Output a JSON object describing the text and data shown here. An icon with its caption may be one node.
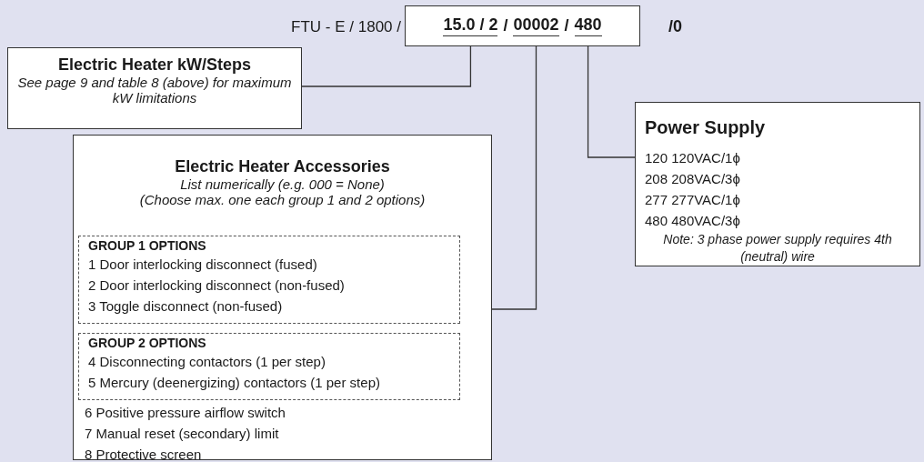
{
  "diagram": {
    "nodes": [
      {
        "text": [],
        "shape": "box"
      },
      {
        "text": [
          "15.0 / 2"
        ],
        "in": 0
      },
      {
        "text": [
          "00002"
        ],
        "in": 0
      },
      {
        "text": [
          "480"
        ],
        "in": 0
      },
      {
        "text": [
          "Electric Heater kW/Steps",
          "See page 9 and table 8 (above) for maximum kW limitations"
        ]
      },
      {
        "text": [
          "Electric Heater Accessories",
          "List numerically (e.g. 000 = None)",
          "(Choose max. one each group 1 and 2 options)",
          "6 Positive pressure airflow switch",
          "7 Manual reset (secondary) limit",
          "8 Protective screen"
        ]
      },
      {
        "text": [
          "GROUP 1 OPTIONS",
          "1 Door interlocking disconnect (fused)",
          "2 Door interlocking disconnect (non-fused)",
          "3 Toggle disconnect (non-fused)"
        ],
        "in": 5
      },
      {
        "text": [
          "GROUP 2 OPTIONS",
          "4 Disconnecting contactors (1 per step)",
          "5 Mercury (deenergizing) contactors (1 per step)"
        ],
        "in": 5
      },
      {
        "text": [
          "Power Supply",
          "120 120VAC/1ϕ",
          "208 208VAC/3ϕ",
          "277 277VAC/1ϕ",
          "480 480VAC/3ϕ",
          "Note: 3 phase power supply requires 4th (neutral) wire"
        ]
      }
    ],
    "edges": [
      {
        "from": 1,
        "to": 4,
        "arrow": "none"
      },
      {
        "from": 2,
        "to": 5,
        "arrow": "none"
      },
      {
        "from": 3,
        "to": 8,
        "arrow": "none"
      }
    ],
    "labels": [
      "FTU - E / 1800 /",
      "/",
      "/",
      "/0"
    ]
  }
}
